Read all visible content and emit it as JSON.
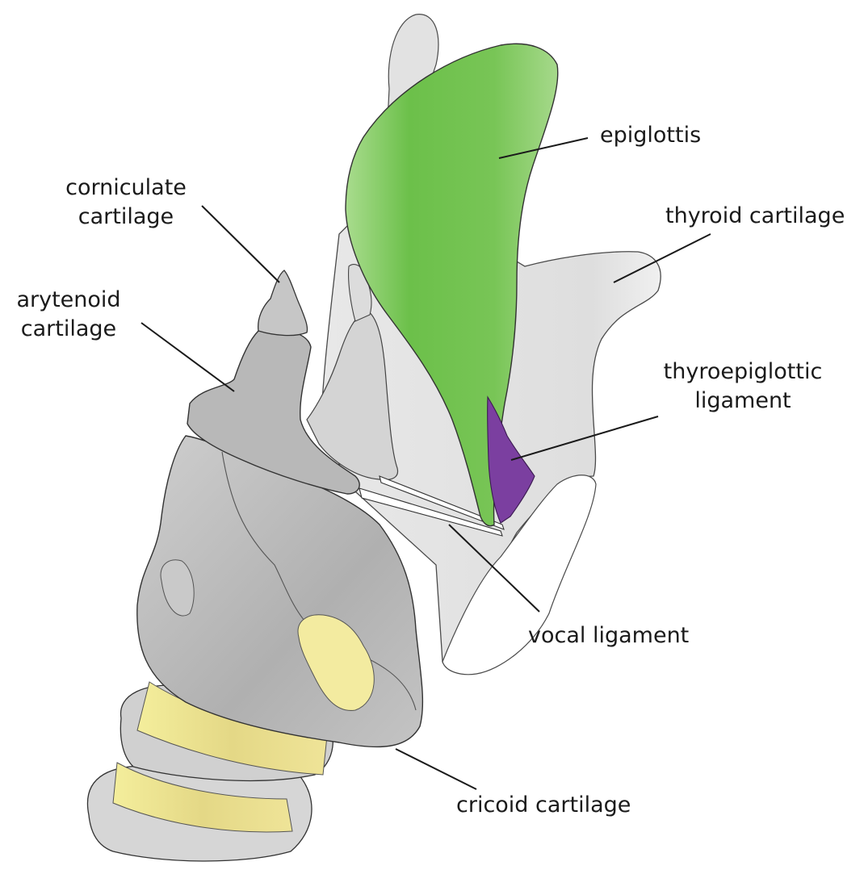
{
  "labels": {
    "epiglottis": "epiglottis",
    "corniculate_line1": "corniculate",
    "corniculate_line2": "cartilage",
    "thyroid": "thyroid cartilage",
    "arytenoid_line1": "arytenoid",
    "arytenoid_line2": "cartilage",
    "thyroepiglottic_line1": "thyroepiglottic",
    "thyroepiglottic_line2": "ligament",
    "vocal": "vocal ligament",
    "cricoid": "cricoid cartilage"
  },
  "colors": {
    "epiglottis": "#6cc04a",
    "thyroepiglottic_ligament": "#7b3fa0",
    "cartilage_gray": "#b3b3b3",
    "thyroid_light": "#e3e3e3",
    "trachea_ring_yellow": "#f3eba0",
    "outline": "#2a2a2a"
  }
}
